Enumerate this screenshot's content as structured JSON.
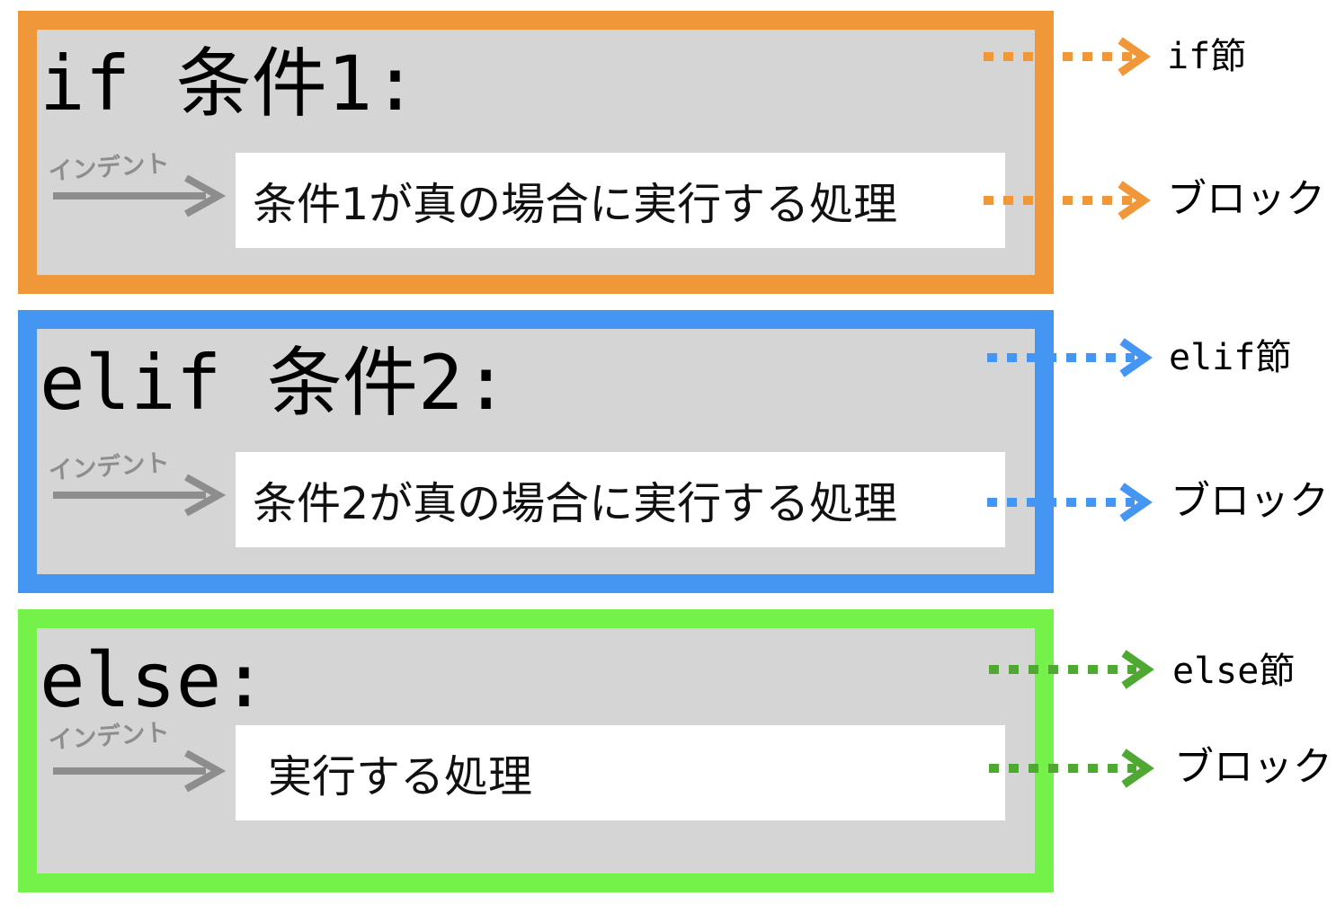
{
  "colors": {
    "if": "#f0973a",
    "elif": "#4595f2",
    "else": "#74f24a",
    "else_arrow": "#4ea832",
    "indent": "#8d8d8d",
    "clause_fill": "#d5d5d5",
    "block_fill": "#ffffff"
  },
  "indent_label": "インデント",
  "clauses": [
    {
      "id": "if",
      "header": "if 条件1:",
      "block_text": "条件1が真の場合に実行する処理",
      "clause_label": "if節",
      "block_label": "ブロック"
    },
    {
      "id": "elif",
      "header": "elif 条件2:",
      "block_text": "条件2が真の場合に実行する処理",
      "clause_label": "elif節",
      "block_label": "ブロック"
    },
    {
      "id": "else",
      "header": "else:",
      "block_text": "実行する処理",
      "clause_label": "else節",
      "block_label": "ブロック"
    }
  ]
}
